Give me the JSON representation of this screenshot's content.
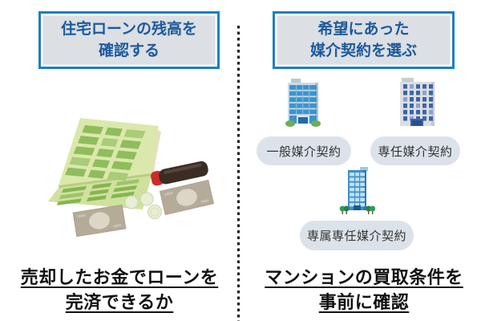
{
  "colors": {
    "header_border": "#1c7fc4",
    "header_fill": "#dcdfe4",
    "header_text": "#1c5a9c",
    "pill_fill": "#dce2e9",
    "pill_text": "#333333",
    "footer_text": "#111111",
    "divider_dot": "#1a1a1a",
    "background": "#ffffff"
  },
  "left_panel": {
    "header_line1": "住宅ローンの残高を",
    "header_line2": "確認する",
    "illustration": "passbook-stamp-money-icon",
    "footer_line1": "売却したお金でローンを",
    "footer_line2": "完済できるか"
  },
  "right_panel": {
    "header_line1": "希望にあった",
    "header_line2": "媒介契約を選ぶ",
    "contracts": [
      {
        "label": "一般媒介契約",
        "icon": "office-building-blue-icon"
      },
      {
        "label": "専任媒介契約",
        "icon": "office-building-gray-icon"
      },
      {
        "label": "専属専任媒介契約",
        "icon": "office-building-tower-icon"
      }
    ],
    "footer_line1": "マンションの買取条件を",
    "footer_line2": "事前に確認"
  }
}
